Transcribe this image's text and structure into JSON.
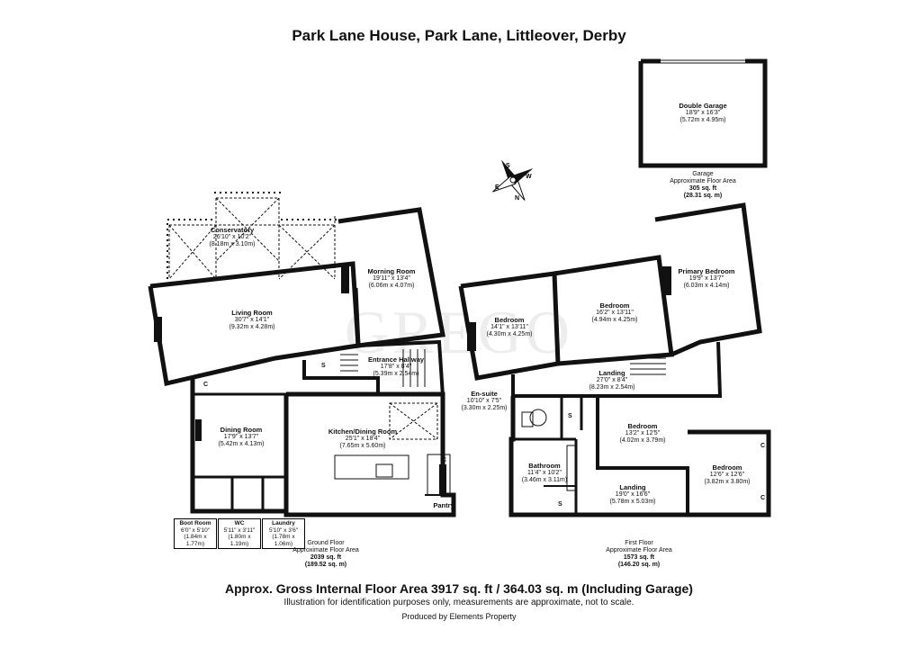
{
  "title": "Park Lane House, Park Lane, Littleover, Derby",
  "watermark": "GREGO",
  "rooms": {
    "conservatory": {
      "name": "Conservatory",
      "imp": "26'10\" x 10'2\"",
      "met": "(8.18m x 3.10m)"
    },
    "morning_room": {
      "name": "Morning Room",
      "imp": "19'11\" x 13'4\"",
      "met": "(6.06m x 4.07m)"
    },
    "living_room": {
      "name": "Living Room",
      "imp": "30'7\" x 14'1\"",
      "met": "(9.32m x 4.28m)"
    },
    "entrance_hallway": {
      "name": "Entrance Hallway",
      "imp": "17'8\" x 8'4\"",
      "met": "(5.39m x 2.54m)"
    },
    "dining_room": {
      "name": "Dining Room",
      "imp": "17'9\" x 13'7\"",
      "met": "(5.42m x 4.13m)"
    },
    "kitchen": {
      "name": "Kitchen/Dining Room",
      "imp": "25'1\" x 18'4\"",
      "met": "(7.65m x 5.60m)"
    },
    "boot_room": {
      "name": "Boot Room",
      "imp": "6'0\" x 5'10\"",
      "met": "(1.84m x 1.77m)"
    },
    "wc": {
      "name": "WC",
      "imp": "5'11\" x 3'11\"",
      "met": "(1.80m x 1.19m)"
    },
    "laundry": {
      "name": "Laundry",
      "imp": "5'10\" x 3'6\"",
      "met": "(1.78m x 1.06m)"
    },
    "pantry": {
      "name": "Pantry"
    },
    "double_garage": {
      "name": "Double Garage",
      "imp": "18'9\" x 16'3\"",
      "met": "(5.72m x 4.95m)"
    },
    "bedroom_1": {
      "name": "Bedroom",
      "imp": "14'1\" x 13'11\"",
      "met": "(4.30m x 4.25m)"
    },
    "bedroom_2": {
      "name": "Bedroom",
      "imp": "16'2\" x 13'11\"",
      "met": "(4.94m x 4.25m)"
    },
    "primary_bedroom": {
      "name": "Primary Bedroom",
      "imp": "19'9\" x 13'7\"",
      "met": "(6.03m x 4.14m)"
    },
    "landing_upper": {
      "name": "Landing",
      "imp": "27'0\" x 8'4\"",
      "met": "(8.23m x 2.54m)"
    },
    "en_suite": {
      "name": "En-suite",
      "imp": "10'10\" x 7'5\"",
      "met": "(3.30m x 2.25m)"
    },
    "bedroom_3": {
      "name": "Bedroom",
      "imp": "13'2\" x 12'5\"",
      "met": "(4.02m x 3.79m)"
    },
    "bathroom": {
      "name": "Bathroom",
      "imp": "11'4\" x 10'2\"",
      "met": "(3.46m x 3.11m)"
    },
    "landing_lower": {
      "name": "Landing",
      "imp": "19'0\" x 16'6\"",
      "met": "(5.78m x 5.03m)"
    },
    "bedroom_4": {
      "name": "Bedroom",
      "imp": "12'6\" x 12'6\"",
      "met": "(3.82m x 3.80m)"
    }
  },
  "storage_labels": {
    "s": "S",
    "c": "C"
  },
  "floors": {
    "garage": {
      "l1": "Garage",
      "l2": "Approximate Floor Area",
      "l3": "305 sq. ft",
      "l4": "(28.31 sq. m)"
    },
    "ground": {
      "l1": "Ground Floor",
      "l2": "Approximate Floor Area",
      "l3": "2039 sq. ft",
      "l4": "(189.52 sq. m)"
    },
    "first": {
      "l1": "First Floor",
      "l2": "Approximate Floor Area",
      "l3": "1573 sq. ft",
      "l4": "(146.20 sq. m)"
    }
  },
  "compass": {
    "n": "N",
    "s": "S",
    "e": "E",
    "w": "W"
  },
  "footer": {
    "area": "Approx. Gross Internal Floor Area 3917 sq. ft / 364.03 sq. m (Including Garage)",
    "note": "Illustration for identification purposes only, measurements are approximate, not to scale.",
    "credit": "Produced by Elements Property"
  }
}
